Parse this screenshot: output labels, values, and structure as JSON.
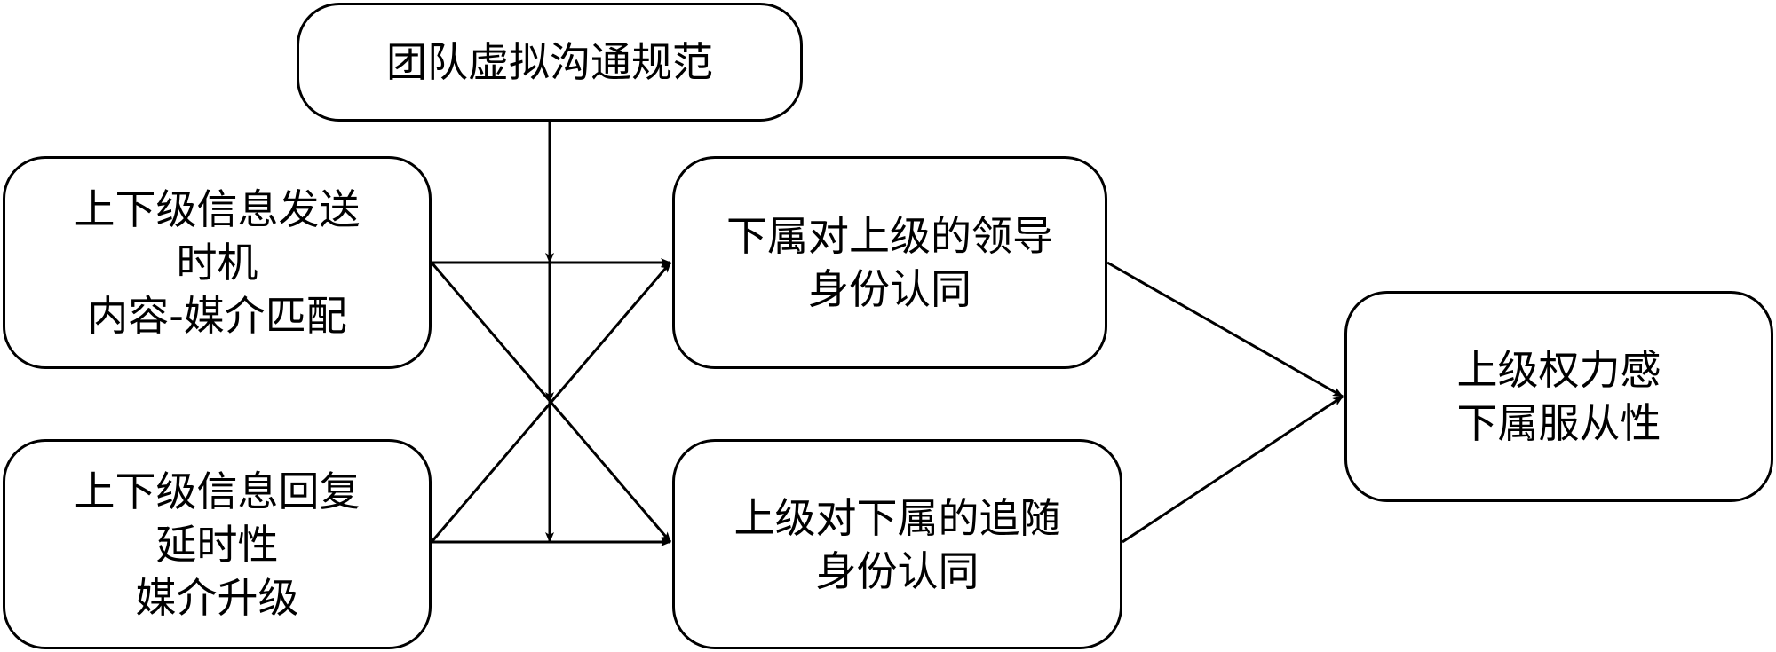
{
  "diagram": {
    "nodes": [
      {
        "id": "norms",
        "lines": [
          "团队虚拟沟通规范"
        ]
      },
      {
        "id": "send",
        "lines": [
          "上下级信息发送",
          "时机",
          "内容-媒介匹配"
        ]
      },
      {
        "id": "reply",
        "lines": [
          "上下级信息回复",
          "延时性",
          "媒介升级"
        ]
      },
      {
        "id": "leader_id",
        "lines": [
          "下属对上级的领导",
          "身份认同"
        ]
      },
      {
        "id": "follower_id",
        "lines": [
          "上级对下属的追随",
          "身份认同"
        ]
      },
      {
        "id": "outcome",
        "lines": [
          "上级权力感",
          "下属服从性"
        ]
      }
    ],
    "edges": [
      {
        "from": "send",
        "to": "leader_id"
      },
      {
        "from": "send",
        "to": "follower_id"
      },
      {
        "from": "reply",
        "to": "leader_id"
      },
      {
        "from": "reply",
        "to": "follower_id"
      },
      {
        "from": "norms",
        "to": "send-leader_id path",
        "type": "moderation"
      },
      {
        "from": "norms",
        "to": "cross paths",
        "type": "moderation"
      },
      {
        "from": "norms",
        "to": "reply-follower_id path",
        "type": "moderation"
      },
      {
        "from": "leader_id",
        "to": "outcome"
      },
      {
        "from": "follower_id",
        "to": "outcome"
      }
    ]
  }
}
